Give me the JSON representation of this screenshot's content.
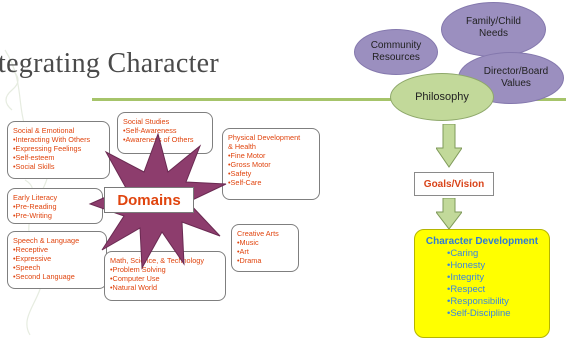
{
  "title": "tegrating Character",
  "domains": {
    "center_label": "Domains",
    "social_emotional": [
      "Social & Emotional",
      "•Interacting With Others",
      "•Expressing Feelings",
      "•Self-esteem",
      "•Social Skills"
    ],
    "social_studies": [
      "Social Studies",
      "•Self-Awareness",
      "•Awareness of Others"
    ],
    "physical": [
      "Physical Development",
      "& Health",
      "•Fine Motor",
      "•Gross Motor",
      "•Safety",
      "•Self-Care"
    ],
    "early_literacy": [
      "Early Literacy",
      "•Pre-Reading",
      "•Pre-Writing"
    ],
    "speech_language": [
      "Speech & Language",
      "•Receptive",
      "•Expressive",
      "•Speech",
      "•Second Language"
    ],
    "math_science": [
      "Math, Science, & Technology",
      "•Problem Solving",
      "•Computer Use",
      "•Natural World"
    ],
    "creative_arts": [
      "Creative Arts",
      "•Music",
      "•Art",
      "•Drama"
    ]
  },
  "inputs": {
    "family": [
      "Family/Child",
      "Needs"
    ],
    "community": [
      "Community",
      "Resources"
    ],
    "director": [
      "Director/Board",
      "Values"
    ]
  },
  "philosophy": "Philosophy",
  "goals": "Goals/Vision",
  "character": {
    "title": "Character Development",
    "items": [
      "•Caring",
      "•Honesty",
      "•Integrity",
      "•Respect",
      "•Responsibility",
      "•Self-Discipline"
    ]
  },
  "colors": {
    "ellipse_fill": "#9b8fbf",
    "philosophy_fill": "#c2d99a",
    "arrow_fill": "#c2d99a",
    "star_fill": "#8d3d6d",
    "star_text": "#e0440e",
    "accent_text": "#e0440e",
    "char_box": "#ffff00",
    "char_text": "#3a86e0"
  }
}
